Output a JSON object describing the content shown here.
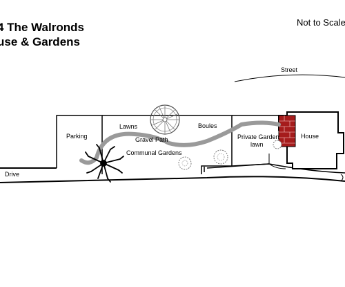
{
  "title": {
    "line1": "4 The Walronds",
    "line2": "use & Gardens"
  },
  "scale_note": "Not to Scale",
  "labels": {
    "street": "Street",
    "parking": "Parking",
    "lawns": "Lawns",
    "boules": "Boules",
    "gravel_path": "Gravel Path",
    "communal_gardens": "Communal Gardens",
    "private_garden_line1": "Private Garden",
    "private_garden_line2": "lawn",
    "house": "House",
    "drive": "Drive"
  },
  "colors": {
    "outline": "#000000",
    "gravel_path": "#9a9a9a",
    "house_brick": "#a51c1c"
  }
}
